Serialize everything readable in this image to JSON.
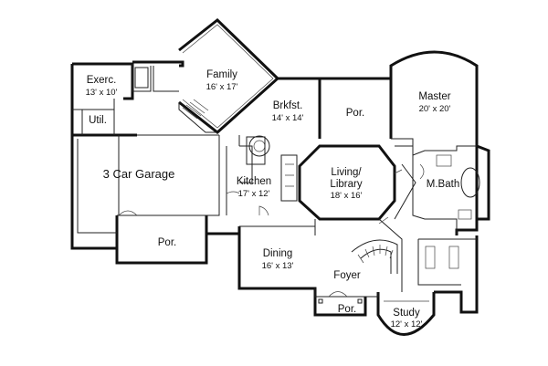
{
  "rooms": {
    "exercise": {
      "name": "Exerc.",
      "dims": "13' x 10'"
    },
    "family": {
      "name": "Family",
      "dims": "16' x 17'"
    },
    "breakfast": {
      "name": "Brkfst.",
      "dims": "14' x 14'"
    },
    "porch_top": {
      "name": "Por."
    },
    "master": {
      "name": "Master",
      "dims": "20' x 20'"
    },
    "utility": {
      "name": "Util."
    },
    "garage": {
      "name": "3 Car Garage"
    },
    "kitchen": {
      "name": "Kitchen",
      "dims": "17' x 12'"
    },
    "living": {
      "name_line1": "Living/",
      "name_line2": "Library",
      "dims": "18' x 16'"
    },
    "mbath": {
      "name": "M.Bath"
    },
    "porch_left": {
      "name": "Por."
    },
    "dining": {
      "name": "Dining",
      "dims": "16' x 13'"
    },
    "foyer": {
      "name": "Foyer"
    },
    "porch_front": {
      "name": "Por."
    },
    "study": {
      "name": "Study",
      "dims": "12' x 12'"
    }
  }
}
